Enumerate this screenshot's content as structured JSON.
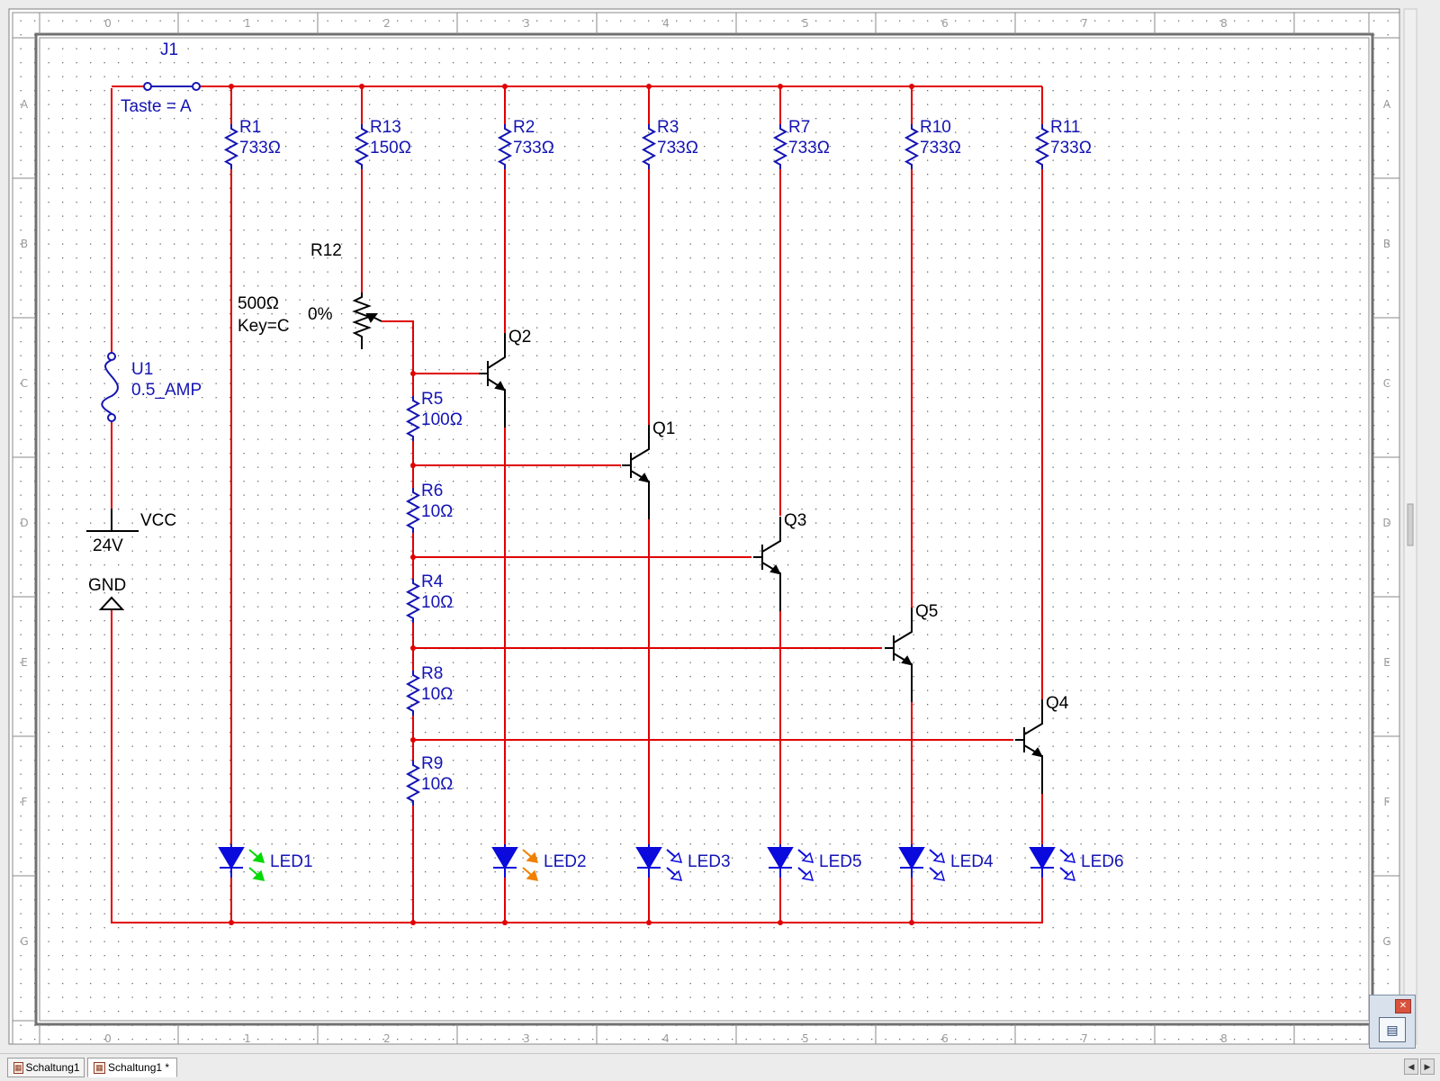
{
  "ruler": {
    "columns": [
      "0",
      "1",
      "2",
      "3",
      "4",
      "5",
      "6",
      "7",
      "8"
    ],
    "rows": [
      "A",
      "B",
      "C",
      "D",
      "E",
      "F",
      "G"
    ]
  },
  "colors": {
    "wire": "#e00000",
    "component": "#000000",
    "label": "#1414b4",
    "led_green": "#00d800",
    "led_orange": "#f08000",
    "led_body": "#0a0adc"
  },
  "switch": {
    "name": "J1",
    "key": "Taste = A"
  },
  "fuse": {
    "name": "U1",
    "value": "0.5_AMP"
  },
  "supply": {
    "name": "VCC",
    "value": "24V"
  },
  "ground": {
    "name": "GND"
  },
  "pot": {
    "name": "R12",
    "value": "500Ω",
    "key": "Key=C",
    "setting": "0%"
  },
  "resistors": {
    "r1": {
      "name": "R1",
      "value": "733Ω"
    },
    "r13": {
      "name": "R13",
      "value": "150Ω"
    },
    "r2": {
      "name": "R2",
      "value": "733Ω"
    },
    "r3": {
      "name": "R3",
      "value": "733Ω"
    },
    "r7": {
      "name": "R7",
      "value": "733Ω"
    },
    "r10": {
      "name": "R10",
      "value": "733Ω"
    },
    "r11": {
      "name": "R11",
      "value": "733Ω"
    },
    "r5": {
      "name": "R5",
      "value": "100Ω"
    },
    "r6": {
      "name": "R6",
      "value": "10Ω"
    },
    "r4": {
      "name": "R4",
      "value": "10Ω"
    },
    "r8": {
      "name": "R8",
      "value": "10Ω"
    },
    "r9": {
      "name": "R9",
      "value": "10Ω"
    }
  },
  "transistors": {
    "q2": "Q2",
    "q1": "Q1",
    "q3": "Q3",
    "q5": "Q5",
    "q4": "Q4"
  },
  "leds": {
    "led1": "LED1",
    "led2": "LED2",
    "led3": "LED3",
    "led5": "LED5",
    "led4": "LED4",
    "led6": "LED6"
  },
  "tabs": [
    {
      "label": "Schaltung1"
    },
    {
      "label": "Schaltung1 *"
    }
  ]
}
